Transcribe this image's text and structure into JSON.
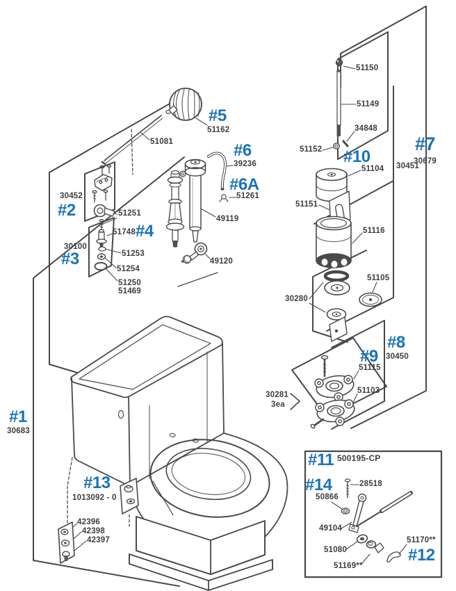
{
  "colors": {
    "label_blue": "#1a73b9",
    "line_gray": "#48484a",
    "text_gray": "#3d3d3f",
    "background": "#ffffff"
  },
  "labels": {
    "groups": {
      "g1": "#1",
      "g2": "#2",
      "g3": "#3",
      "g4": "#4",
      "g5": "#5",
      "g6": "#6",
      "g6a": "#6A",
      "g7": "#7",
      "g8": "#8",
      "g9": "#9",
      "g10": "#10",
      "g11": "#11",
      "g12": "#12",
      "g13": "#13",
      "g14": "#14"
    },
    "parts": {
      "30683": "30683",
      "30452": "30452",
      "51251": "51251",
      "51748": "51748",
      "30100": "30100",
      "51253": "51253",
      "51254": "51254",
      "51250": "51250",
      "51469": "51469",
      "51081": "51081",
      "51162": "51162",
      "39236": "39236",
      "51261": "51261",
      "49119": "49119",
      "49120": "49120",
      "51150": "51150",
      "51149": "51149",
      "34848": "34848",
      "51152": "51152",
      "51104": "51104",
      "30451": "30451",
      "30679": "30679",
      "51151": "51151",
      "51116": "51116",
      "51105": "51105",
      "30280": "30280",
      "30450": "30450",
      "51115": "51115",
      "51103": "51103",
      "30281": "30281",
      "qty_30281": "3ea",
      "500195_cp": "500195-CP",
      "50866": "50866",
      "28518": "28518",
      "49104": "49104",
      "51080": "51080",
      "51169": "51169**",
      "51170": "51170**",
      "42396": "42396",
      "42398": "42398",
      "42397": "42397",
      "1013092_0": "1013092 - 0"
    }
  }
}
